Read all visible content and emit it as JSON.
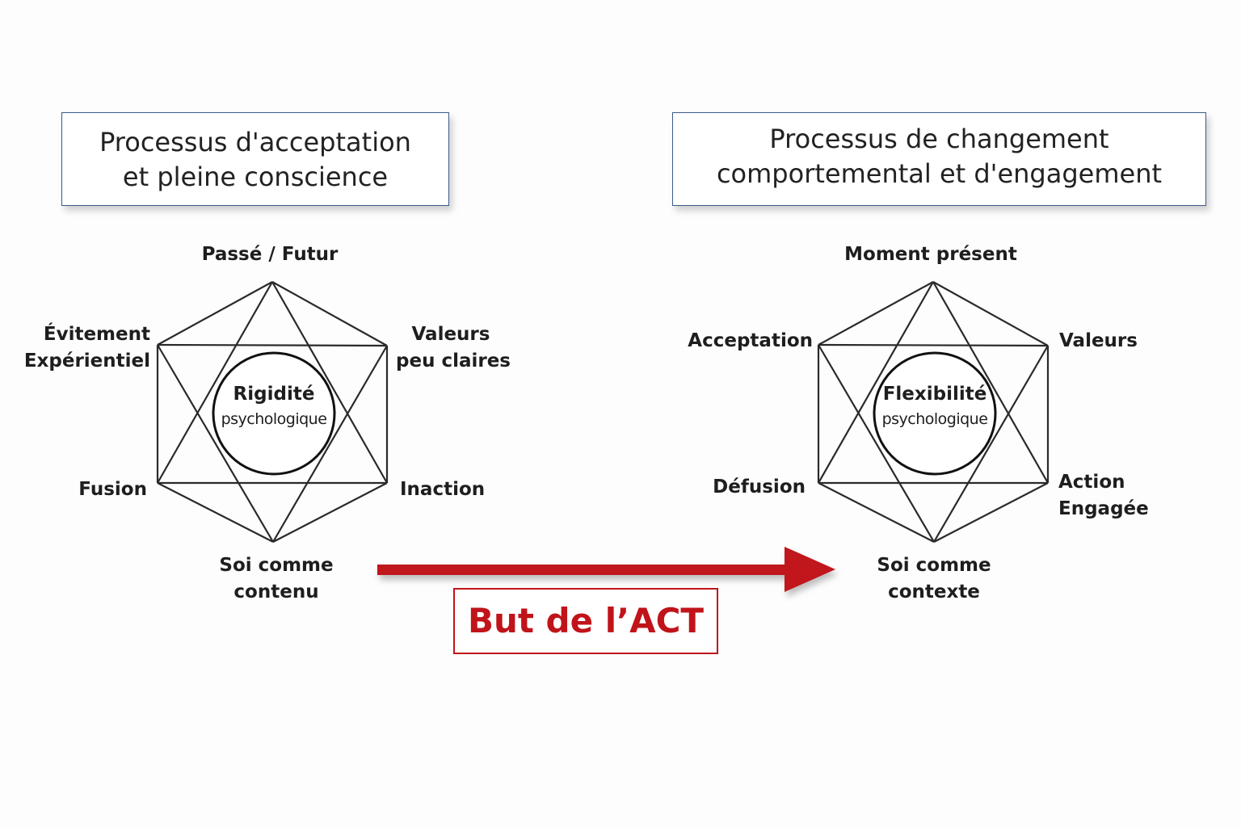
{
  "left": {
    "header": [
      "Processus d'acceptation",
      "et pleine conscience"
    ],
    "center": [
      "Rigidité",
      "psychologique"
    ],
    "labels": {
      "top": "Passé / Futur",
      "upper_left": [
        "Évitement",
        "Expérientiel"
      ],
      "upper_right": [
        "Valeurs",
        "peu claires"
      ],
      "lower_left": "Fusion",
      "lower_right": "Inaction",
      "bottom": [
        "Soi comme",
        "contenu"
      ]
    }
  },
  "right": {
    "header": [
      "Processus de changement",
      "comportemental et d'engagement"
    ],
    "center": [
      "Flexibilité",
      "psychologique"
    ],
    "labels": {
      "top": "Moment présent",
      "upper_left": "Acceptation",
      "upper_right": "Valeurs",
      "lower_left": "Défusion",
      "lower_right": [
        "Action",
        "Engagée"
      ],
      "bottom": [
        "Soi comme",
        "contexte"
      ]
    }
  },
  "goal": "But de l’ACT",
  "colors": {
    "accent": "#c0141a",
    "box_border": "#3a5a8a",
    "line": "#2a2a2a"
  }
}
